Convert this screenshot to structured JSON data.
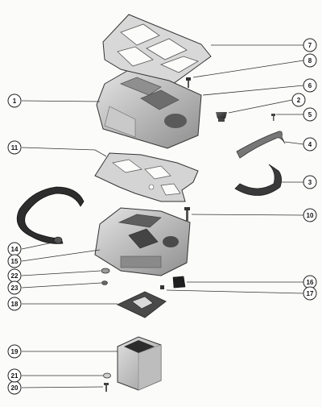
{
  "callouts": [
    {
      "id": "c1",
      "text": "1"
    },
    {
      "id": "c2",
      "text": "2"
    },
    {
      "id": "c3",
      "text": "3"
    },
    {
      "id": "c4",
      "text": "4"
    },
    {
      "id": "c5",
      "text": "5"
    },
    {
      "id": "c6",
      "text": "6"
    },
    {
      "id": "c7",
      "text": "7"
    },
    {
      "id": "c8",
      "text": "8"
    },
    {
      "id": "c10",
      "text": "10"
    },
    {
      "id": "c11",
      "text": "11"
    },
    {
      "id": "c14",
      "text": "14"
    },
    {
      "id": "c15",
      "text": "15"
    },
    {
      "id": "c16",
      "text": "16"
    },
    {
      "id": "c17",
      "text": "17"
    },
    {
      "id": "c18",
      "text": "18"
    },
    {
      "id": "c19",
      "text": "19"
    },
    {
      "id": "c20",
      "text": "20"
    },
    {
      "id": "c21",
      "text": "21"
    },
    {
      "id": "c22",
      "text": "22"
    },
    {
      "id": "c23",
      "text": "23"
    }
  ]
}
